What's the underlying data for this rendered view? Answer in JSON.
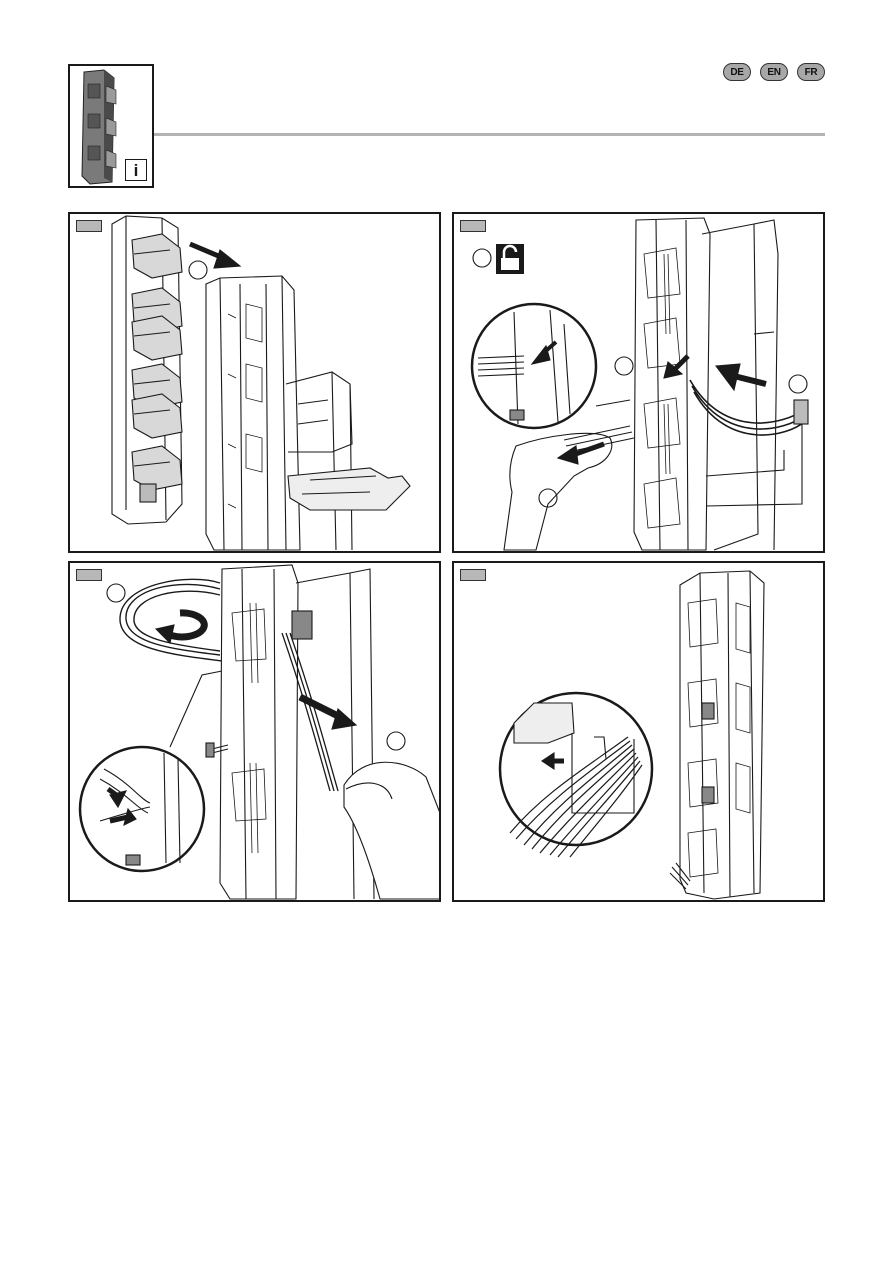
{
  "header": {
    "info_symbol": "i",
    "languages": [
      "DE",
      "EN",
      "FR"
    ]
  },
  "icons": {
    "thumbnail": "fuse-switch-disconnector-icon",
    "info": "info-icon",
    "unlock": "unlocked-padlock-icon",
    "rotate": "rotate-arrow-icon",
    "push": "arrow-icon"
  },
  "colors": {
    "rule": "#b3b3b3",
    "tag": "#b8b8b8",
    "pill": "#a7a7a7",
    "ink": "#1a1a1a"
  }
}
